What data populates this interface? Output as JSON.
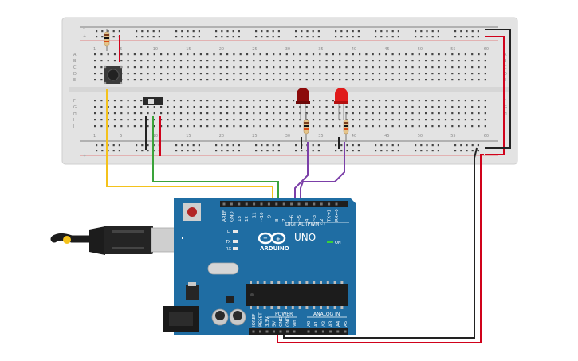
{
  "breadboard": {
    "column_numbers": [
      "1",
      "5",
      "10",
      "15",
      "20",
      "25",
      "30",
      "35",
      "40",
      "45",
      "50",
      "55",
      "60"
    ],
    "row_letters_top": [
      "A",
      "B",
      "C",
      "D",
      "E"
    ],
    "row_letters_bottom": [
      "F",
      "G",
      "H",
      "I",
      "J"
    ],
    "rail_plus": "+",
    "rail_minus": "-"
  },
  "arduino": {
    "logo_text": "ARDUINO",
    "model": "UNO",
    "on_label": "ON",
    "led_labels": [
      "L",
      "TX",
      "RX"
    ],
    "digital_header_label": "DIGITAL (PWM~)",
    "power_label": "POWER",
    "analog_label": "ANALOG IN",
    "digital_pins": [
      "AREF",
      "GND",
      "13",
      "12",
      "~11",
      "~10",
      "~9",
      "8",
      "7",
      "~6",
      "~5",
      "4",
      "~3",
      "2",
      "TX→1",
      "RX←0"
    ],
    "power_pins": [
      "IOREF",
      "RESET",
      "3.3V",
      "5V",
      "GND",
      "GND",
      "Vin"
    ],
    "analog_pins": [
      "A0",
      "A1",
      "A2",
      "A3",
      "A4",
      "A5"
    ]
  },
  "colors": {
    "breadboard": "#e3e3e3",
    "board_blue": "#1f6da3",
    "wire_red": "#d0021b",
    "wire_black": "#222222",
    "wire_yellow": "#f4c21c",
    "wire_green": "#3aa33a",
    "wire_purple": "#7b3fa8",
    "led_red": "#c01010"
  }
}
